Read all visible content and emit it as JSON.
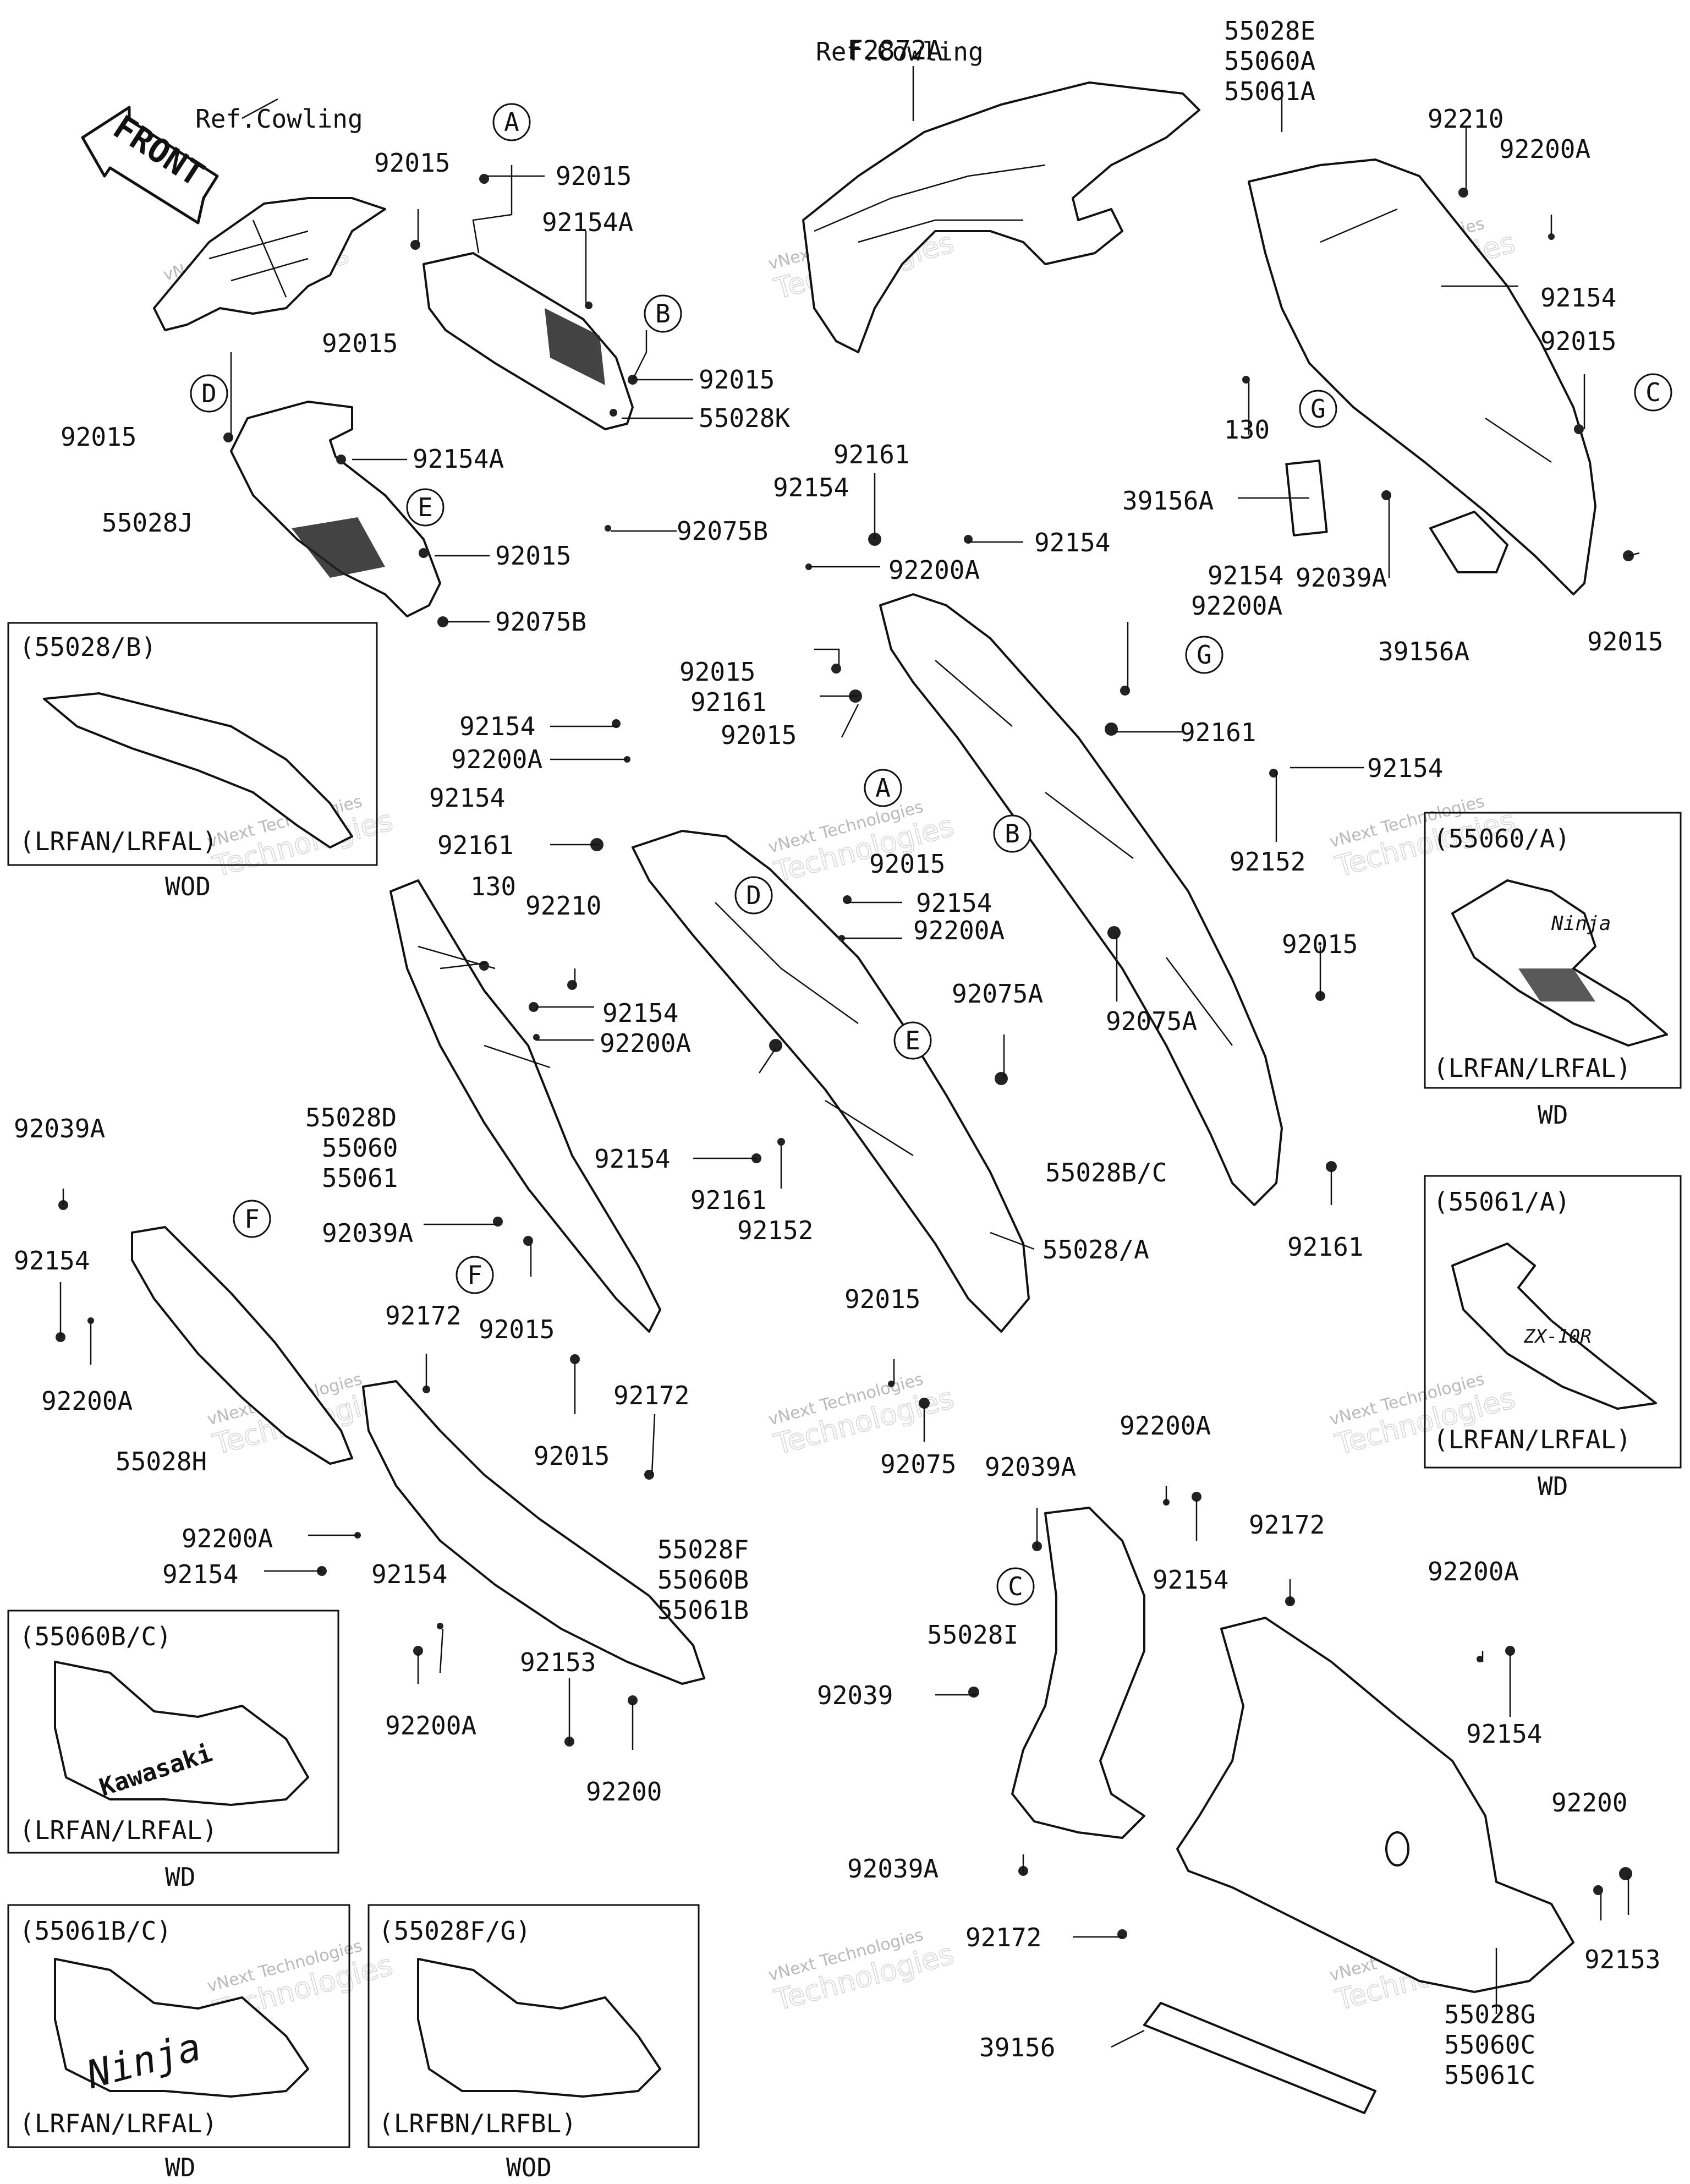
{
  "diagram_id": "F2872A",
  "front_arrow": "FRONT",
  "ref_labels": [
    "Ref.Cowling",
    "Ref.Cowling"
  ],
  "watermark_small": "vNext Technologies",
  "watermark_large": "Technologies",
  "callouts": [
    "A",
    "B",
    "C",
    "D",
    "E",
    "F",
    "G",
    "A",
    "B",
    "C",
    "D",
    "E",
    "F",
    "G"
  ],
  "part_labels": [
    "92015",
    "92015",
    "92154A",
    "92015",
    "92015",
    "55028K",
    "92015",
    "92154A",
    "55028J",
    "92015",
    "92075B",
    "92075B",
    "55028E",
    "55060A",
    "55061A",
    "92210",
    "92200A",
    "92154",
    "92015",
    "130",
    "39156A",
    "92039A",
    "39156A",
    "92015",
    "92161",
    "92154",
    "92154",
    "92200A",
    "92154",
    "92200A",
    "92015",
    "92161",
    "92015",
    "92161",
    "92154",
    "92152",
    "92154",
    "92200A",
    "92154",
    "92161",
    "92015",
    "130",
    "92210",
    "92154",
    "92200A",
    "92154",
    "92200A",
    "92075A",
    "92015",
    "92075A",
    "55028D",
    "55060",
    "55061",
    "92161",
    "92154",
    "92152",
    "55028/A",
    "55028B/C",
    "92161",
    "92039A",
    "92154",
    "92200A",
    "55028H",
    "92039A",
    "92015",
    "92172",
    "92015",
    "92172",
    "92015",
    "92075",
    "92200A",
    "92154",
    "92154",
    "92200A",
    "55028F",
    "55060B",
    "55061B",
    "92153",
    "92200",
    "92200A",
    "92039A",
    "92154",
    "92172",
    "55028I",
    "92039",
    "92039A",
    "92172",
    "92200A",
    "92154",
    "92200",
    "92153",
    "39156",
    "55028G",
    "55060C",
    "55061C"
  ],
  "insets": [
    {
      "title": "(55028/B)",
      "variant": "(LRFAN/LRFAL)",
      "caption": "WOD"
    },
    {
      "title": "(55060/A)",
      "variant": "(LRFAN/LRFAL)",
      "caption": "WD",
      "decal": "Ninja"
    },
    {
      "title": "(55061/A)",
      "variant": "(LRFAN/LRFAL)",
      "caption": "WD",
      "decal": "ZX-10R"
    },
    {
      "title": "(55060B/C)",
      "variant": "(LRFAN/LRFAL)",
      "caption": "WD",
      "decal": "Kawasaki"
    },
    {
      "title": "(55061B/C)",
      "variant": "(LRFAN/LRFAL)",
      "caption": "WD",
      "decal": "Ninja"
    },
    {
      "title": "(55028F/G)",
      "variant": "(LRFBN/LRFBL)",
      "caption": "WOD"
    }
  ]
}
